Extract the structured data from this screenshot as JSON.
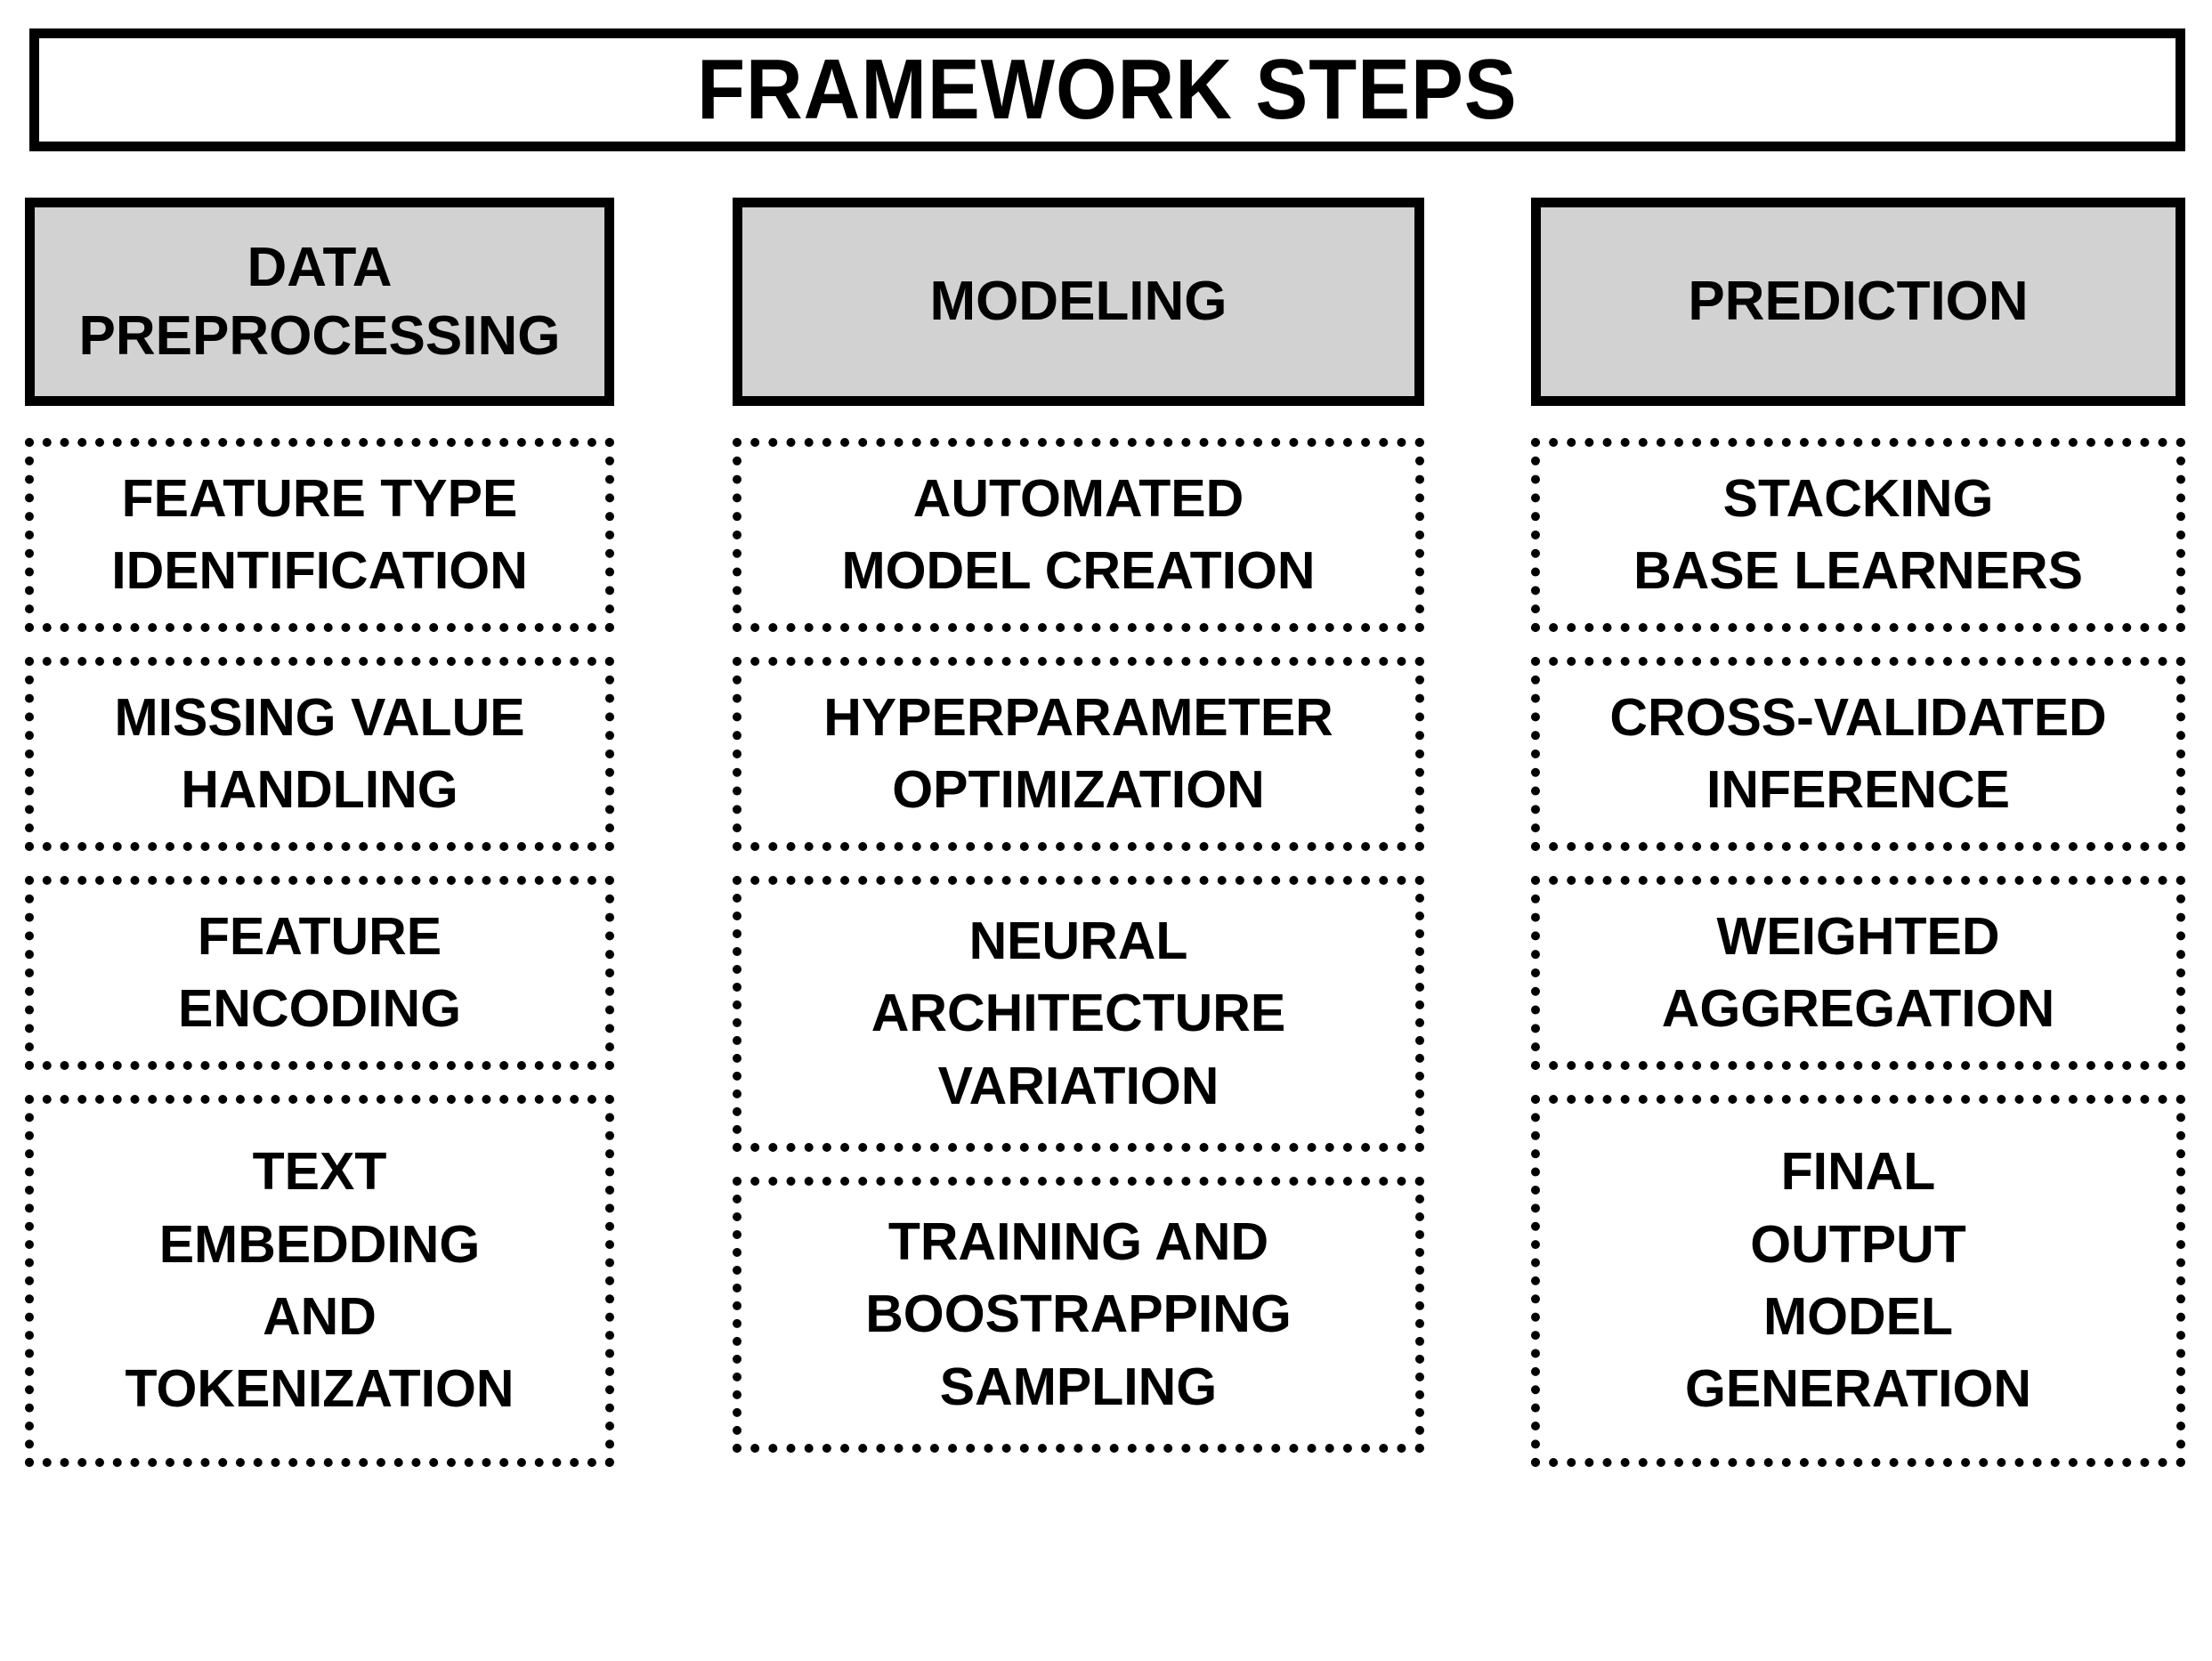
{
  "title": {
    "text": "FRAMEWORK STEPS"
  },
  "colors": {
    "border": "#000000",
    "header_fill": "#d2d2d2",
    "box_fill": "#ffffff",
    "text": "#000000"
  },
  "columns": [
    {
      "header": "DATA\nPREPROCESSING",
      "header_name": "data-preprocessing",
      "steps": [
        {
          "label": "FEATURE TYPE\nIDENTIFICATION",
          "lines": 2
        },
        {
          "label": "MISSING VALUE\nHANDLING",
          "lines": 2
        },
        {
          "label": "FEATURE\nENCODING",
          "lines": 2
        },
        {
          "label": "TEXT\nEMBEDDING\nAND\nTOKENIZATION",
          "lines": 4
        }
      ]
    },
    {
      "header": "MODELING",
      "header_name": "modeling",
      "steps": [
        {
          "label": "AUTOMATED\nMODEL CREATION",
          "lines": 2
        },
        {
          "label": "HYPERPARAMETER\nOPTIMIZATION",
          "lines": 2
        },
        {
          "label": "NEURAL\nARCHITECTURE\nVARIATION",
          "lines": 3
        },
        {
          "label": "TRAINING AND\nBOOSTRAPPING\nSAMPLING",
          "lines": 3
        }
      ]
    },
    {
      "header": "PREDICTION",
      "header_name": "prediction",
      "steps": [
        {
          "label": "STACKING\nBASE LEARNERS",
          "lines": 2
        },
        {
          "label": "CROSS-VALIDATED\nINFERENCE",
          "lines": 2
        },
        {
          "label": "WEIGHTED\nAGGREGATION",
          "lines": 2
        },
        {
          "label": "FINAL\nOUTPUT\nMODEL\nGENERATION",
          "lines": 4
        }
      ]
    }
  ]
}
